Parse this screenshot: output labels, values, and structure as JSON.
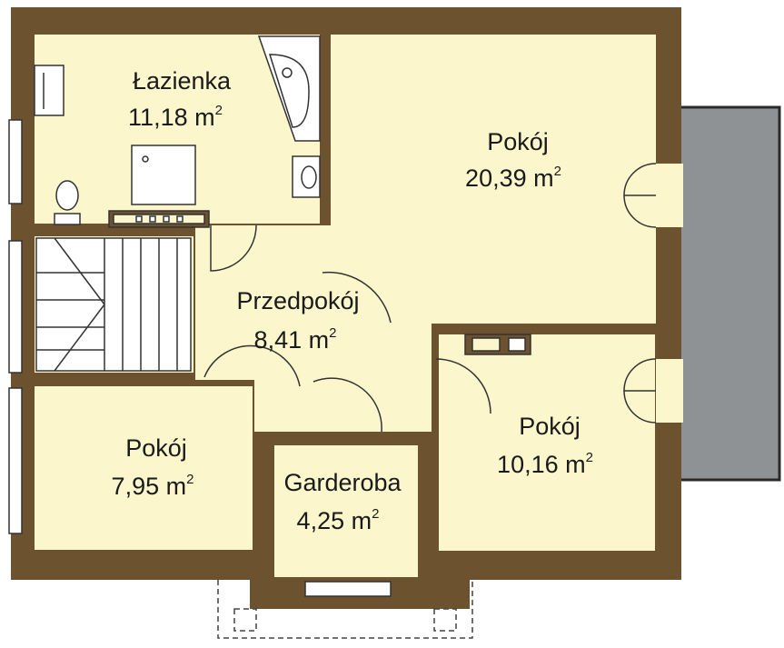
{
  "colors": {
    "wall": "#6d5230",
    "floor": "#fbf6cc",
    "balcony": "#8f9294",
    "fixture_fill": "#ffffff",
    "fixture_line": "#333333",
    "dashed": "#444444"
  },
  "rooms": [
    {
      "name": "Łazienka",
      "area": "11,18 m",
      "sup": "2"
    },
    {
      "name": "Pokój",
      "area": "20,39 m",
      "sup": "2"
    },
    {
      "name": "Przedpokój",
      "area": "8,41 m",
      "sup": "2"
    },
    {
      "name": "Pokój",
      "area": "7,95 m",
      "sup": "2"
    },
    {
      "name": "Garderoba",
      "area": "4,25 m",
      "sup": "2"
    },
    {
      "name": "Pokój",
      "area": "10,16 m",
      "sup": "2"
    }
  ]
}
